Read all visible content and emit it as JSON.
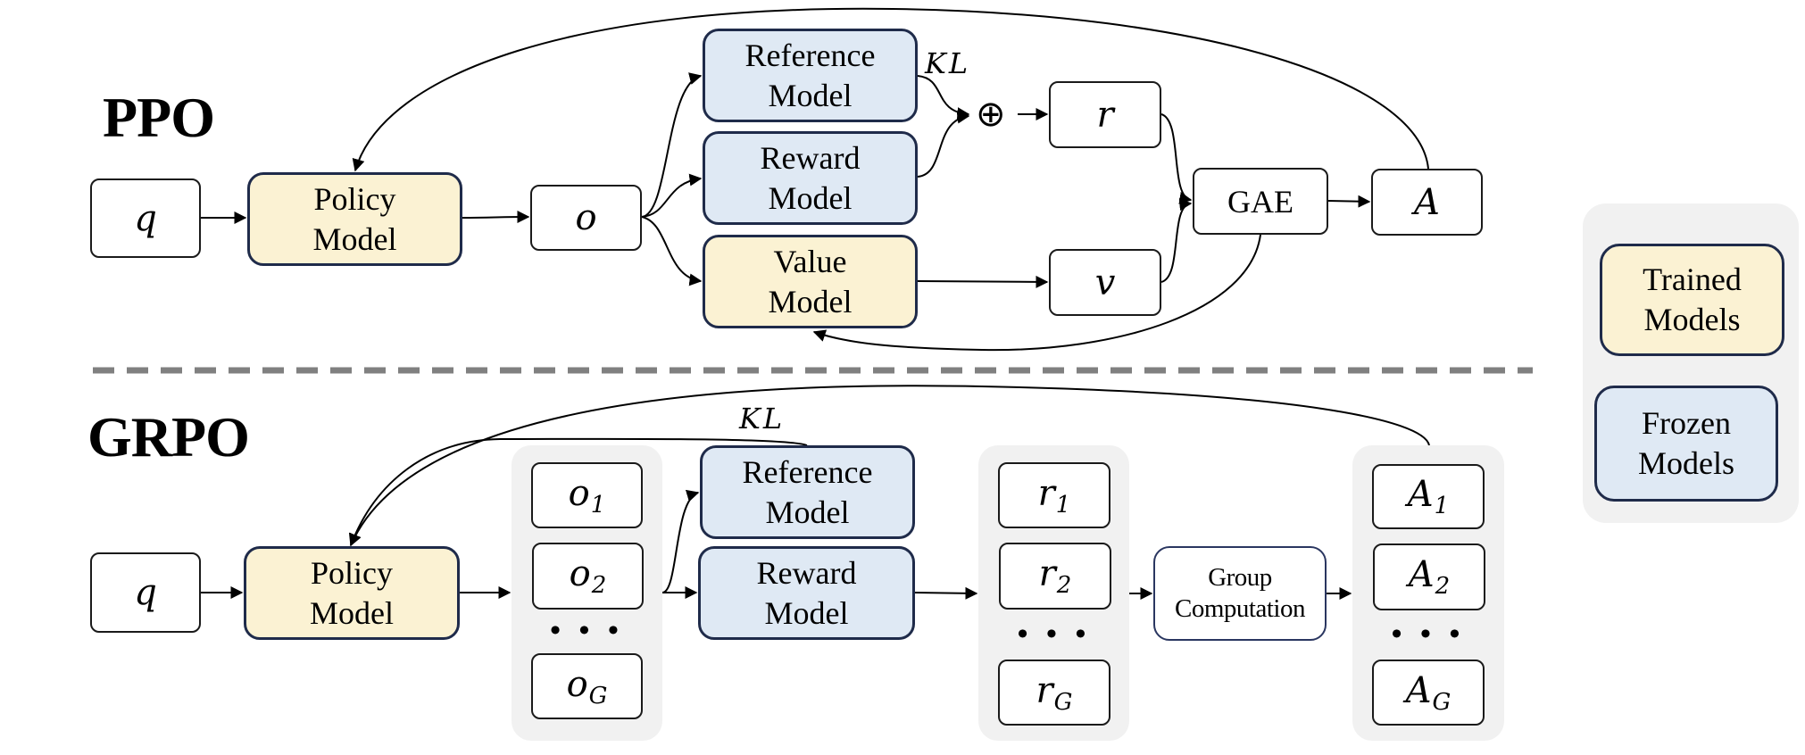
{
  "ppo": {
    "title": "PPO",
    "query": "q",
    "policy_model": [
      "Policy",
      "Model"
    ],
    "output": "o",
    "reference_model": [
      "Reference",
      "Model"
    ],
    "reward_model": [
      "Reward",
      "Model"
    ],
    "value_model": [
      "Value",
      "Model"
    ],
    "kl_label": "KL",
    "sum_symbol": "⊕",
    "reward": "r",
    "value": "v",
    "gae": "GAE",
    "advantage": "A"
  },
  "grpo": {
    "title": "GRPO",
    "query": "q",
    "policy_model": [
      "Policy",
      "Model"
    ],
    "outputs": [
      {
        "base": "o",
        "sub": "1"
      },
      {
        "base": "o",
        "sub": "2"
      },
      {
        "base": "o",
        "sub": "G"
      }
    ],
    "reference_model": [
      "Reference",
      "Model"
    ],
    "reward_model": [
      "Reward",
      "Model"
    ],
    "kl_label": "KL",
    "rewards": [
      {
        "base": "r",
        "sub": "1"
      },
      {
        "base": "r",
        "sub": "2"
      },
      {
        "base": "r",
        "sub": "G"
      }
    ],
    "group_computation": [
      "Group",
      "Computation"
    ],
    "advantages": [
      {
        "base": "A",
        "sub": "1"
      },
      {
        "base": "A",
        "sub": "2"
      },
      {
        "base": "A",
        "sub": "G"
      }
    ],
    "ellipsis": "• • •"
  },
  "legend": {
    "trained": [
      "Trained",
      "Models"
    ],
    "frozen": [
      "Frozen",
      "Models"
    ]
  },
  "colors": {
    "trained_fill": "#fbf2d3",
    "frozen_fill": "#dfe9f4",
    "model_border": "#1f2b4a",
    "group_bg": "#f1f1f1",
    "divider": "#808080"
  }
}
